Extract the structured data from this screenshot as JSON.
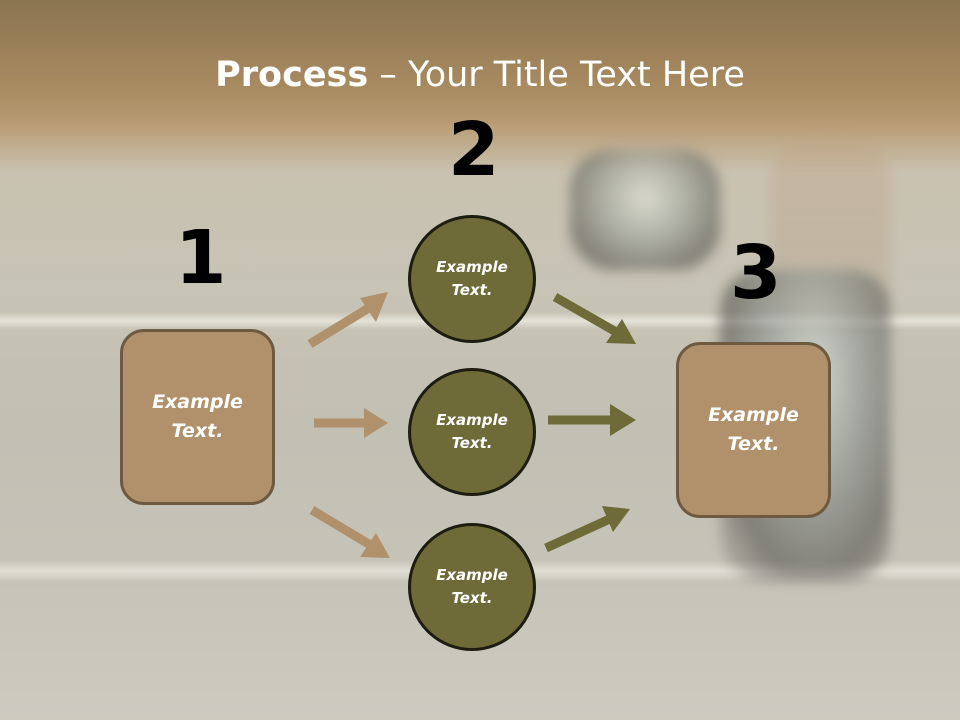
{
  "title": {
    "bold": "Process",
    "rest": " – Your Title Text Here"
  },
  "steps": {
    "one": "1",
    "two": "2",
    "three": "3"
  },
  "boxes": {
    "left": "Example Text.",
    "right": "Example Text."
  },
  "circles": {
    "top": "Example Text.",
    "middle": "Example Text.",
    "bottom": "Example Text."
  },
  "colors": {
    "box_fill": "#b0916b",
    "circle_fill": "#6e6b38",
    "arrow_tan": "#b0916b",
    "arrow_olive": "#6e6b38",
    "header_band": "#a88a60"
  }
}
